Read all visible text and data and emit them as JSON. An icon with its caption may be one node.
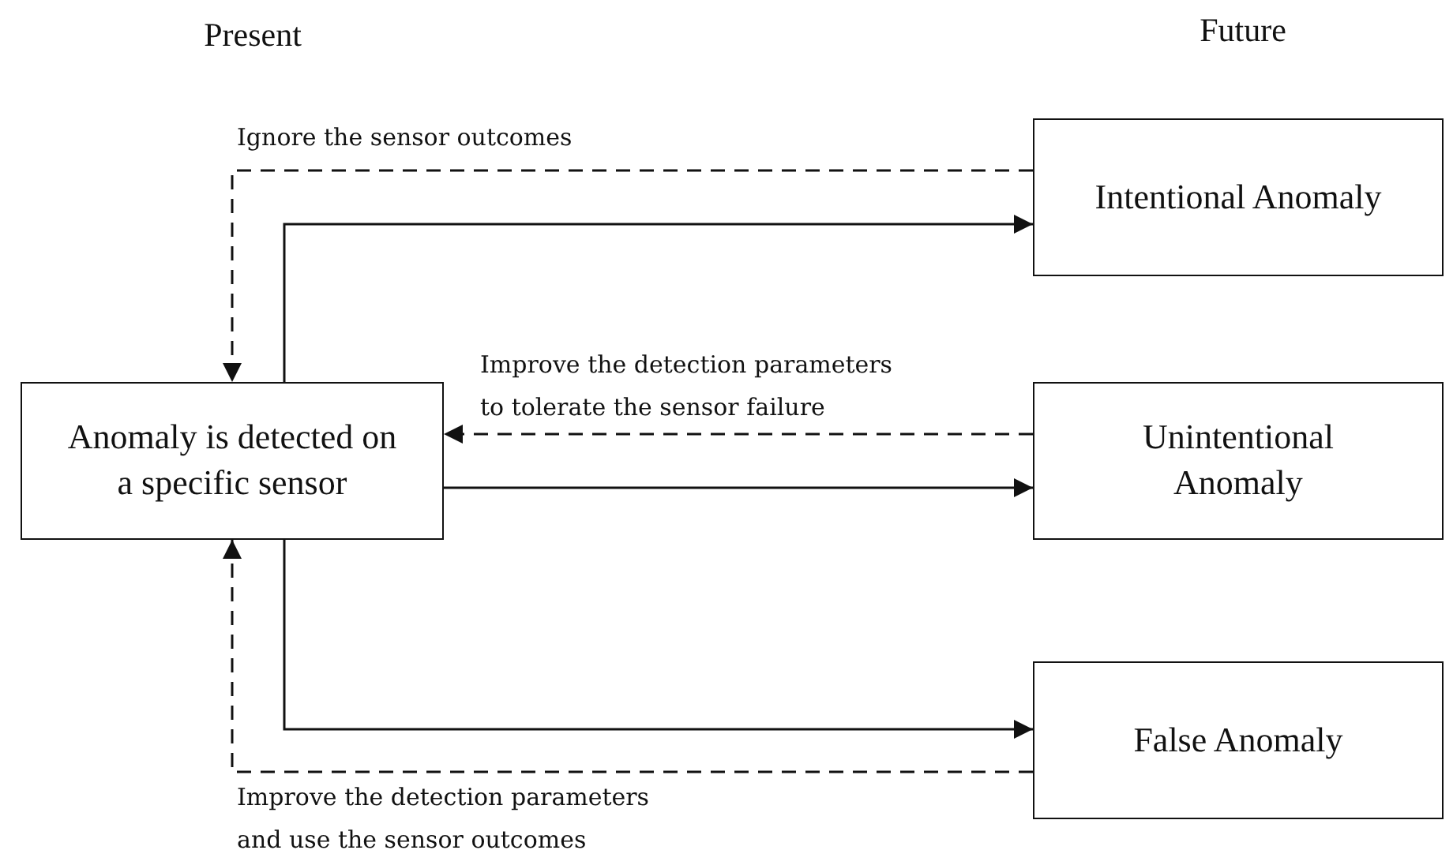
{
  "diagram": {
    "nodes": [
      {
        "text": [
          "Anomaly is detected on a specific sensor"
        ]
      },
      {
        "text": [
          "Intentional Anomaly"
        ]
      },
      {
        "text": [
          "Unintentional Anomaly"
        ]
      },
      {
        "text": [
          "False Anomaly"
        ]
      }
    ],
    "edges": [
      {
        "from": 1,
        "to": 0,
        "arrow": "to",
        "style": "dashed",
        "label": "Ignore the sensor outcomes"
      },
      {
        "from": 0,
        "to": 1,
        "arrow": "to"
      },
      {
        "from": 2,
        "to": 0,
        "arrow": "to",
        "style": "dashed",
        "label": "Improve the detection parameters to tolerate the sensor failure"
      },
      {
        "from": 0,
        "to": 2,
        "arrow": "to"
      },
      {
        "from": 0,
        "to": 3,
        "arrow": "to"
      },
      {
        "from": 3,
        "to": 0,
        "arrow": "to",
        "style": "dashed",
        "label": "Improve the detection parameters and use the sensor outcomes"
      }
    ],
    "labels": [
      "Present",
      "Future"
    ]
  }
}
